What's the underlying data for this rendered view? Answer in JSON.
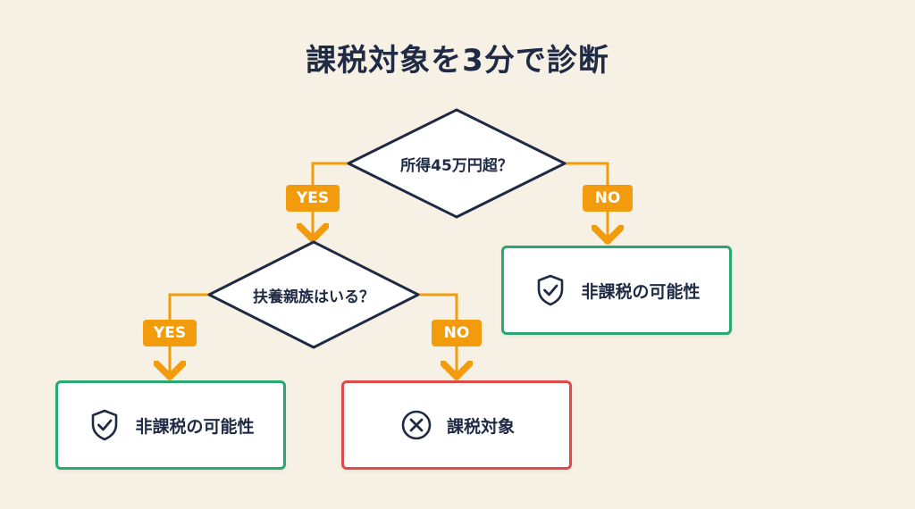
{
  "title": "課税対象を3分で診断",
  "colors": {
    "connector": "#f29b0d",
    "diamond_stroke": "#1f2a44",
    "result_green": "#2aa871",
    "result_red": "#df4b4b",
    "text": "#1f2a44"
  },
  "nodes": {
    "q1": {
      "label": "所得45万円超？"
    },
    "q2": {
      "label": "扶養親族はいる？"
    },
    "r_no1": {
      "label": "非課税の可能性",
      "icon": "shield-check-icon"
    },
    "r_yes2": {
      "label": "非課税の可能性",
      "icon": "shield-check-icon"
    },
    "r_no2": {
      "label": "課税対象",
      "icon": "circle-x-icon"
    }
  },
  "edges": {
    "q1_yes": "YES",
    "q1_no": "NO",
    "q2_yes": "YES",
    "q2_no": "NO"
  }
}
